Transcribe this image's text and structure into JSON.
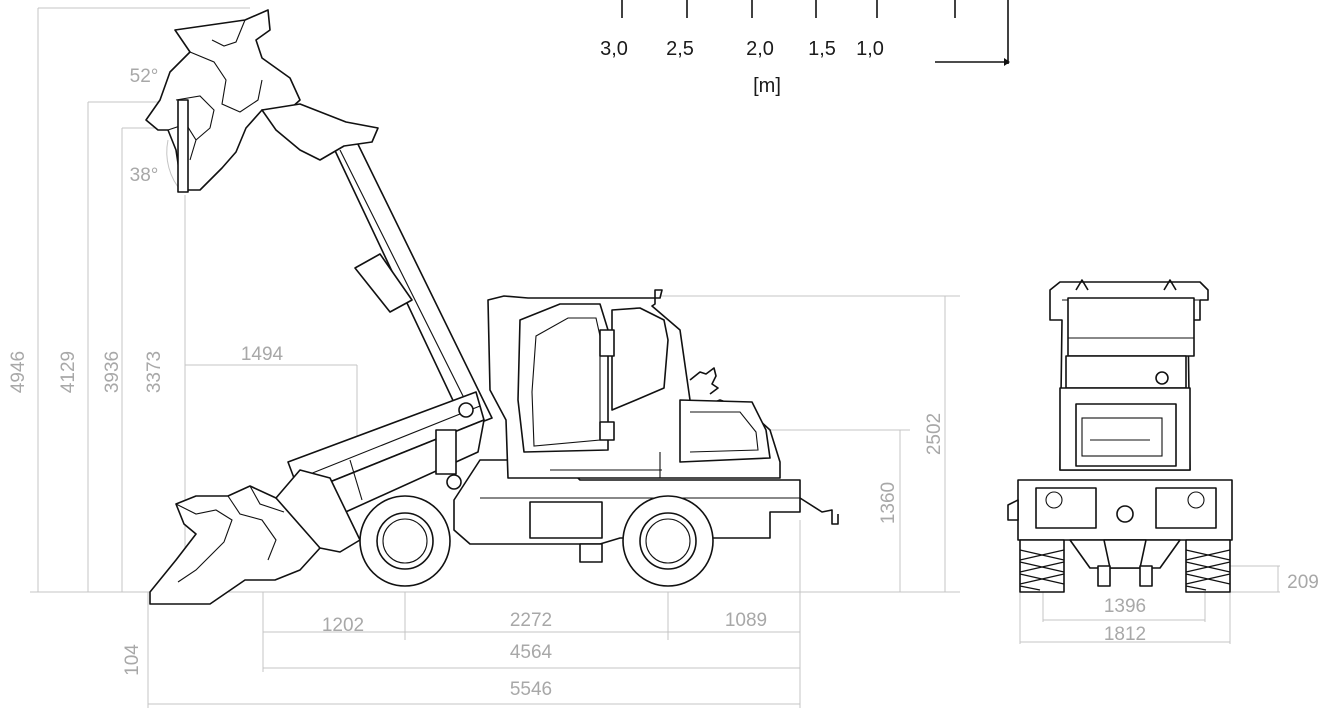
{
  "scale": {
    "ticks": [
      "3,0",
      "2,5",
      "2,0",
      "1,5",
      "1,0"
    ],
    "unit": "[m]"
  },
  "side_view": {
    "heights": {
      "max_hinge": "4946",
      "height_4129": "4129",
      "height_3936": "3936",
      "dump_height": "3373",
      "cab_height": "2502",
      "height_1360": "1360"
    },
    "angles": {
      "rollback": "52°",
      "dump": "38°"
    },
    "reach": "1494",
    "dig_depth": "104",
    "lengths": {
      "front_overhang": "1202",
      "wheelbase": "2272",
      "rear_overhang": "1089",
      "length_no_bucket": "4564",
      "overall_length": "5546"
    }
  },
  "front_view": {
    "ground_clearance": "209",
    "track_width": "1396",
    "overall_width": "1812"
  },
  "colors": {
    "line": "#111111",
    "dimension": "#a8a8a8",
    "dimension_line": "#c4c4c4"
  }
}
